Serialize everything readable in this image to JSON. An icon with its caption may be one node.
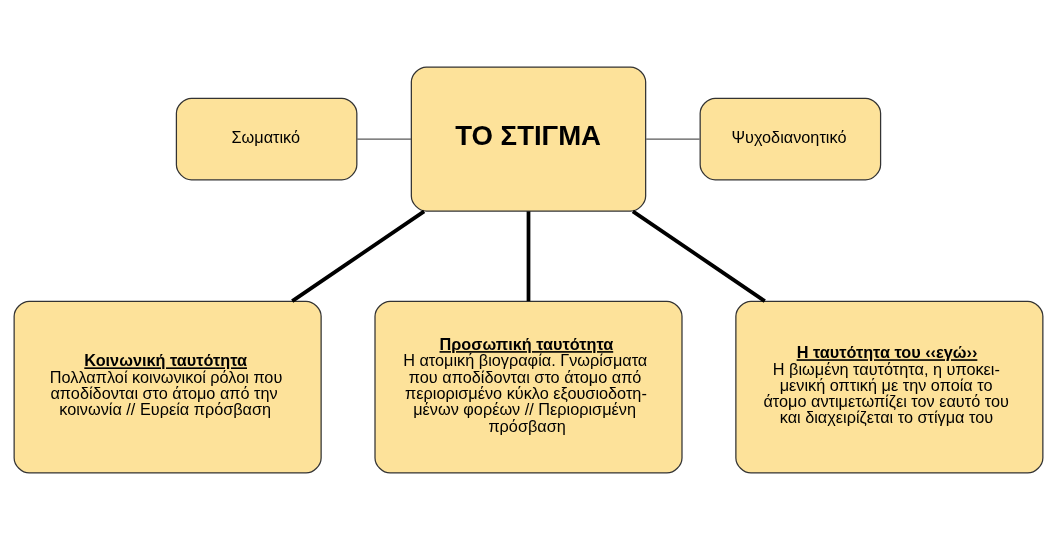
{
  "diagram": {
    "nodes": [
      {
        "text": [
          "Σωματικό"
        ]
      },
      {
        "text": [
          "ΤΟ ΣΤΙΓΜΑ"
        ]
      },
      {
        "text": [
          "Ψυχοδιανοητικό"
        ]
      },
      {
        "text": [
          "Κοινωνική ταυτότητα",
          "Πολλαπλοί κοινωνικοί ρόλοι που αποδίδονται στο άτομο από την κοινωνία // Ευρεία πρόσβαση"
        ]
      },
      {
        "text": [
          "Προσωπική ταυτότητα",
          "Η ατομική βιογραφία. Γνωρίσματα που αποδίδονται στο άτομο από περιορισμένο κύκλο εξουσιοδοτη- μένων φορέων // Περιορισμένη πρόσβαση"
        ]
      },
      {
        "text": [
          "Η ταυτότητα του ‹‹εγώ››",
          "Η βιωμένη ταυτότητα, η υποκει- μενική οπτική με την οποία το άτομο αντιμετωπίζει τον εαυτό του και διαχειρίζεται το στίγμα του"
        ]
      }
    ],
    "edges": [
      {
        "from": 1,
        "to": 0,
        "arrow": "none",
        "color": "#595959"
      },
      {
        "from": 1,
        "to": 2,
        "arrow": "none",
        "color": "#595959"
      },
      {
        "from": 1,
        "to": 3,
        "arrow": "none"
      },
      {
        "from": 1,
        "to": 4,
        "arrow": "none"
      },
      {
        "from": 1,
        "to": 5,
        "arrow": "none"
      }
    ]
  }
}
